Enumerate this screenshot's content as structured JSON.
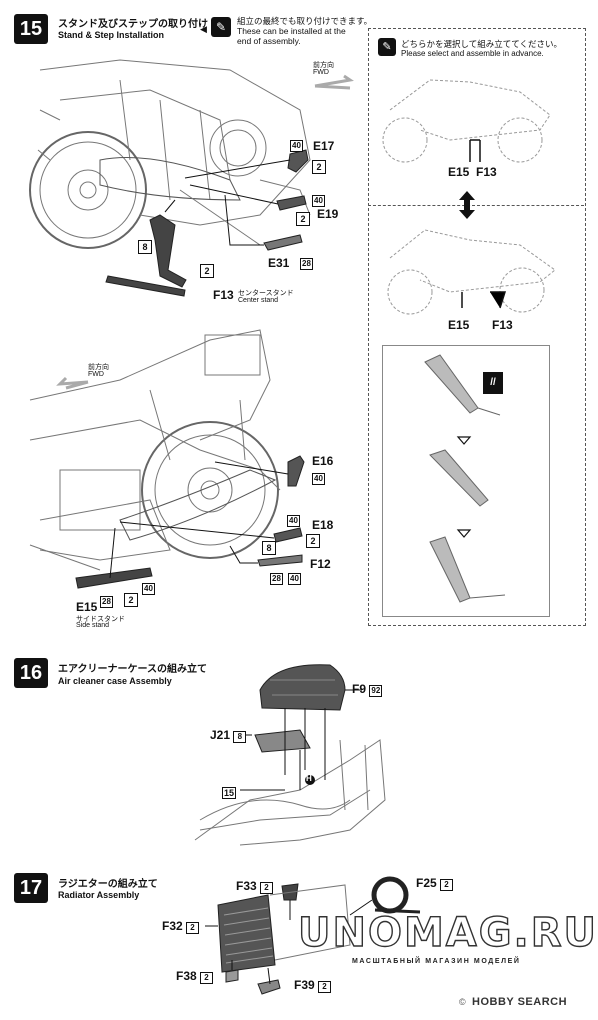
{
  "step15": {
    "number": "15",
    "title_jp": "スタンド及びステップの取り付け",
    "title_en": "Stand & Step Installation",
    "note_jp": "組立の最終でも取り付けできます。",
    "note_en1": "These can be installed at the",
    "note_en2": "end of assembly.",
    "fwd_jp": "前方向",
    "fwd_en": "FWD",
    "top_parts": {
      "e17": "E17",
      "e17_badge": "40",
      "e17_qty": "2",
      "e19": "E19",
      "e19_badge": "40",
      "e19_qty": "2",
      "e31": "E31",
      "e31_badge": "28",
      "stand_badge": "8",
      "stand_qty": "2",
      "f13": "F13",
      "f13_jp": "センタースタンド",
      "f13_en": "Center stand"
    },
    "bottom_parts": {
      "e16": "E16",
      "e16_badge": "40",
      "e18": "E18",
      "e18_badge": "40",
      "e18_qty": "2",
      "f12": "F12",
      "f12_badge": "8",
      "f12_badge2": "28",
      "f12_badge3": "40",
      "e15": "E15",
      "e15_badge": "28",
      "e15_qty": "2",
      "e15_badge2": "40",
      "e15_jp": "サイドスタンド",
      "e15_en": "Side stand"
    },
    "select_jp": "どちらかを選択して組み立ててください。",
    "select_en": "Please select and assemble in advance.",
    "opt1_e15": "E15",
    "opt1_f13": "F13",
    "opt2_e15": "E15",
    "opt2_f13": "F13"
  },
  "step16": {
    "number": "16",
    "title_jp": "エアクリーナーケースの組み立て",
    "title_en": "Air cleaner case Assembly",
    "f9": "F9",
    "f9_badge": "92",
    "j21": "J21",
    "j21_badge": "8",
    "ref15": "15",
    "h_mark": "H"
  },
  "step17": {
    "number": "17",
    "title_jp": "ラジエターの組み立て",
    "title_en": "Radiator Assembly",
    "f33": "F33",
    "f33_qty": "2",
    "f25": "F25",
    "f25_qty": "2",
    "f32": "F32",
    "f32_qty": "2",
    "f38": "F38",
    "f38_qty": "2",
    "f39": "F39",
    "f39_qty": "2"
  },
  "watermark": {
    "main": "UNOMAG.RU",
    "sub": "МАСШТАБНЫЙ МАГАЗИН МОДЕЛЕЙ"
  },
  "footer": {
    "copyright": "©",
    "brand": "HOBBY SEARCH"
  }
}
